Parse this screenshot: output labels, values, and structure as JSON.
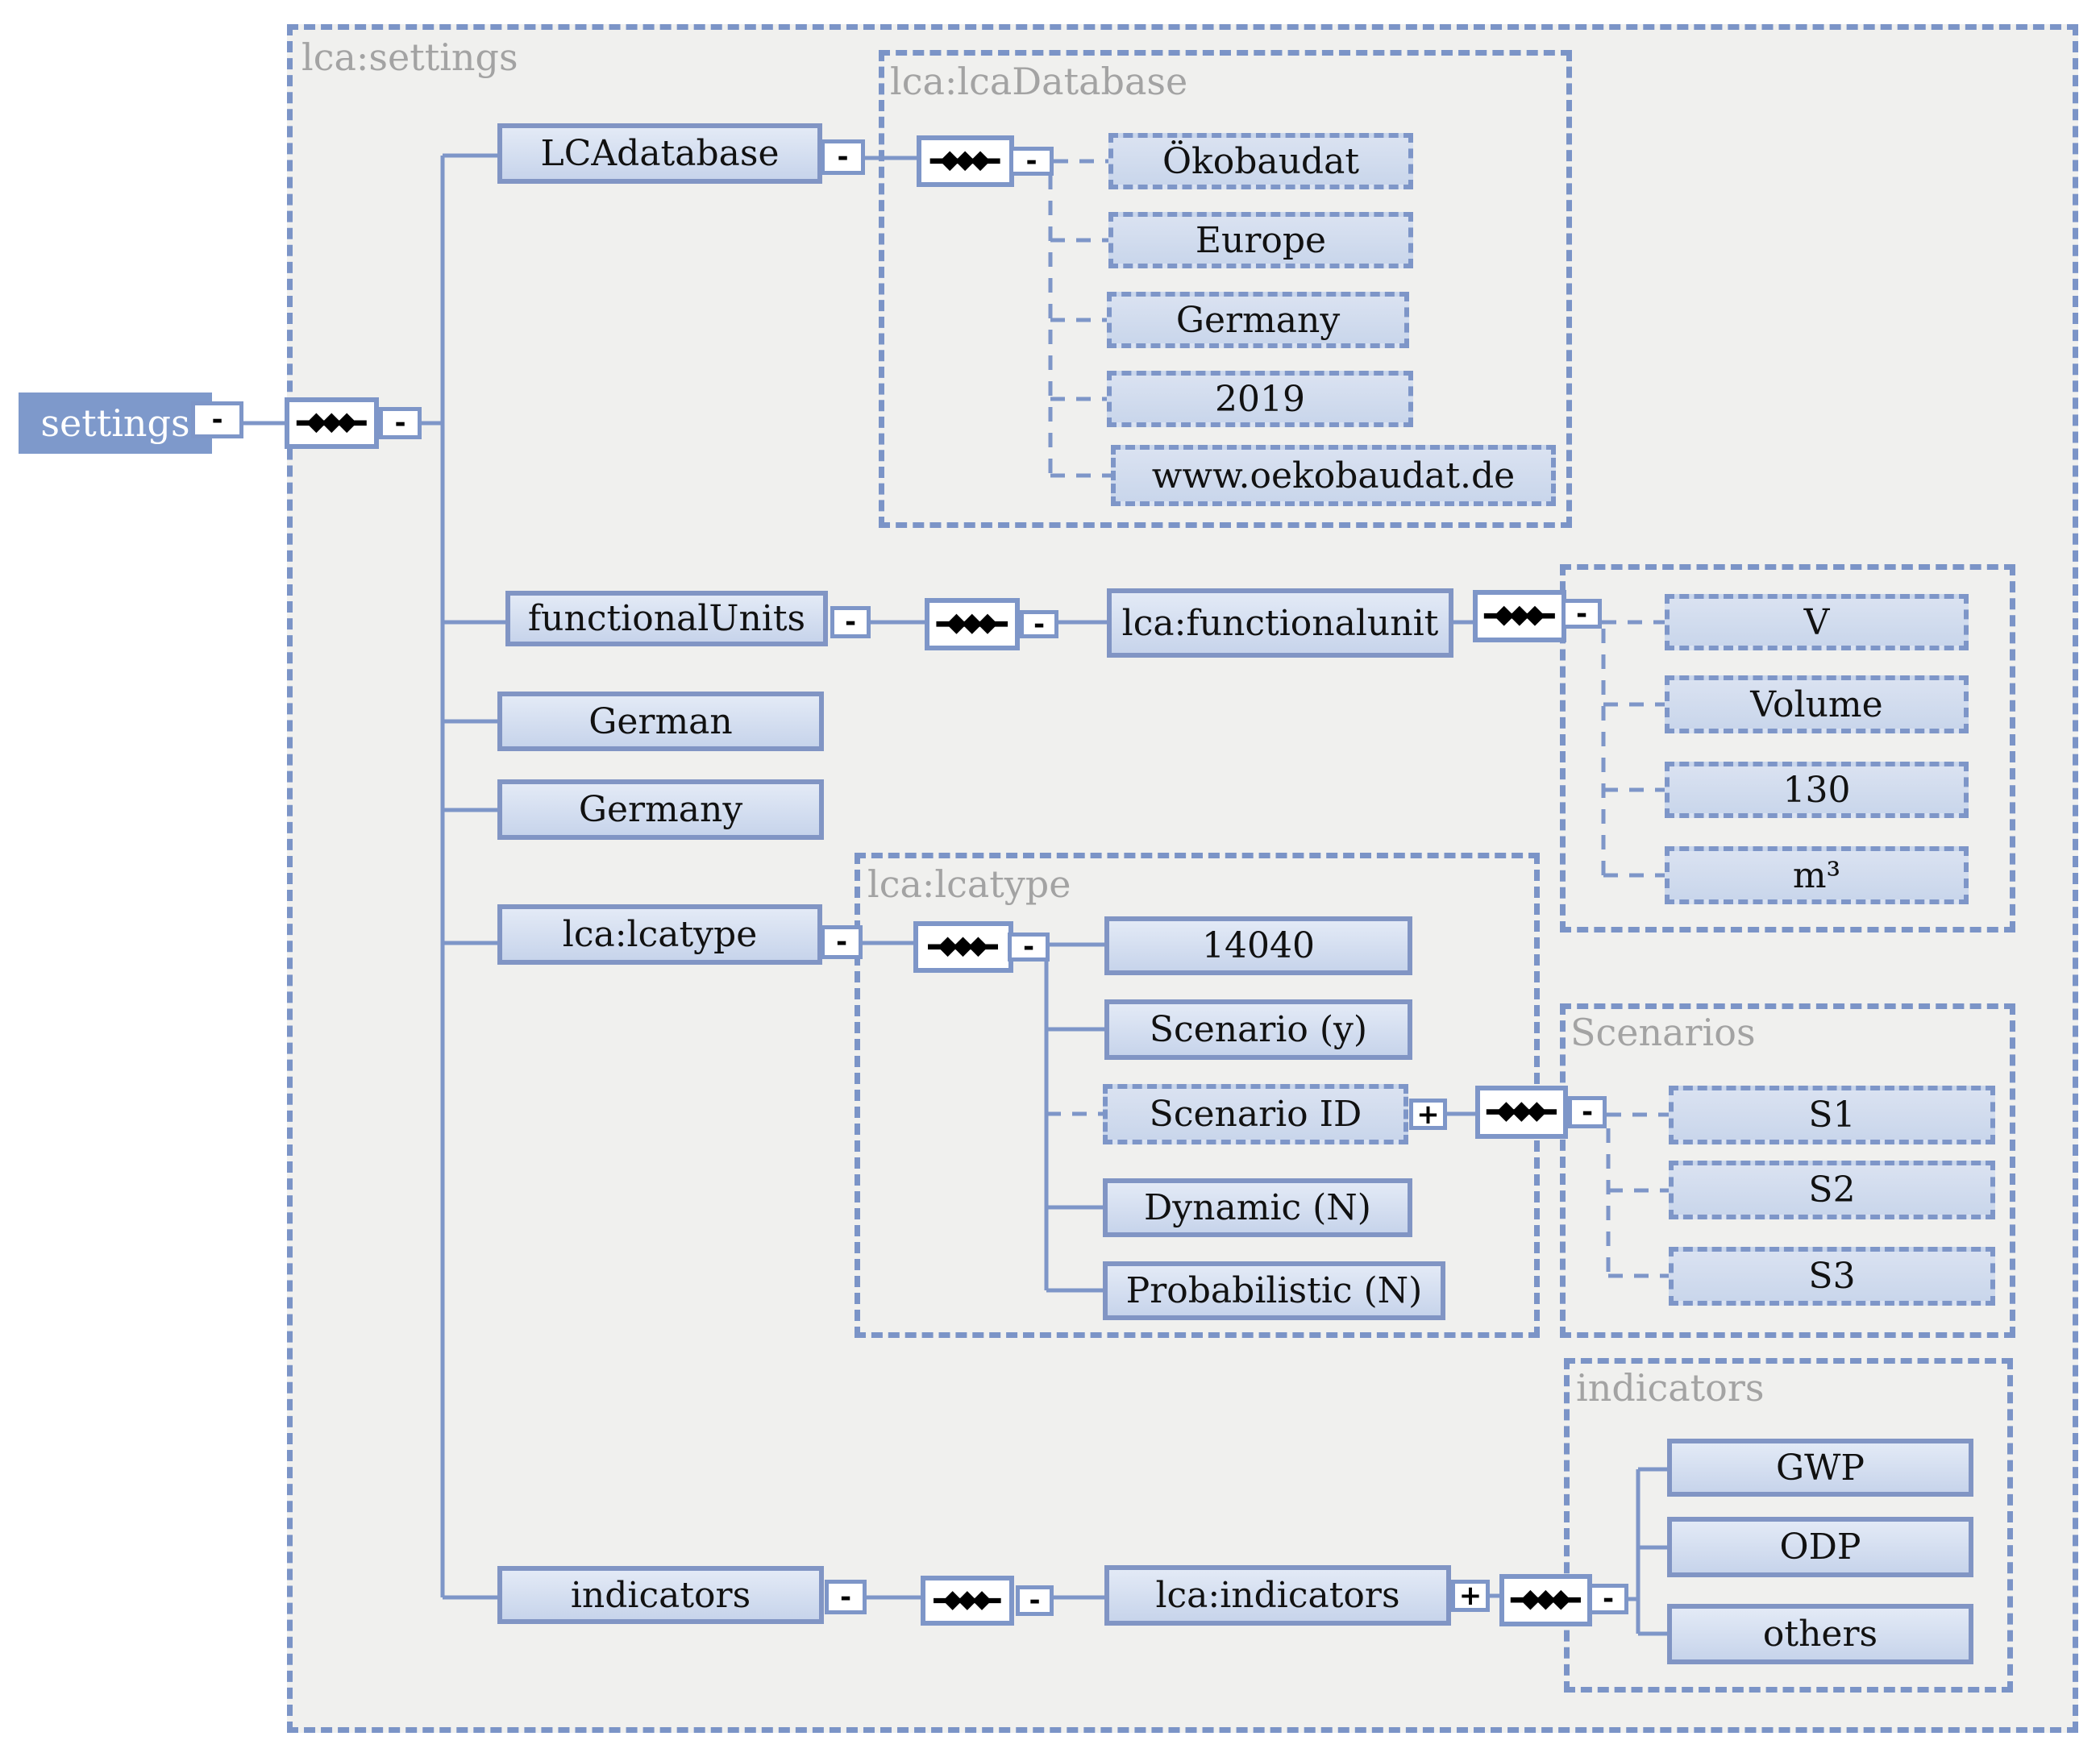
{
  "root": {
    "label": "settings"
  },
  "glyphs": {
    "collapse": "-",
    "expand": "+"
  },
  "containers": {
    "settings": "lca:settings",
    "lcaDatabase": "lca:lcaDatabase",
    "lcatype": "lca:lcatype",
    "scenarios": "Scenarios",
    "indicators": "indicators"
  },
  "elements": {
    "lcaDatabase": "LCAdatabase",
    "functionalUnits": "functionalUnits",
    "german": "German",
    "germany": "Germany",
    "lcatype": "lca:lcatype",
    "functionalunit": "lca:functionalunit",
    "indicators": "indicators",
    "lcaIndicators": "lca:indicators"
  },
  "values": {
    "lcaDatabase": [
      "Ökobaudat",
      "Europe",
      "Germany",
      "2019",
      "www.oekobaudat.de"
    ],
    "functionalUnit": [
      "V",
      "Volume",
      "130",
      "m³"
    ],
    "lcatype": [
      "14040",
      "Scenario (y)",
      "Scenario ID",
      "Dynamic (N)",
      "Probabilistic (N)"
    ],
    "scenarios": [
      "S1",
      "S2",
      "S3"
    ],
    "indicators": [
      "GWP",
      "ODP",
      "others"
    ]
  },
  "colors": {
    "accent": "#7e96c8",
    "elementFill": "#c7d4eb",
    "rootFill": "#7e99cb",
    "containerFill": "#f0f0ee",
    "labelGrey": "#a3a3a3",
    "lineBlue": "#7e96c8"
  }
}
